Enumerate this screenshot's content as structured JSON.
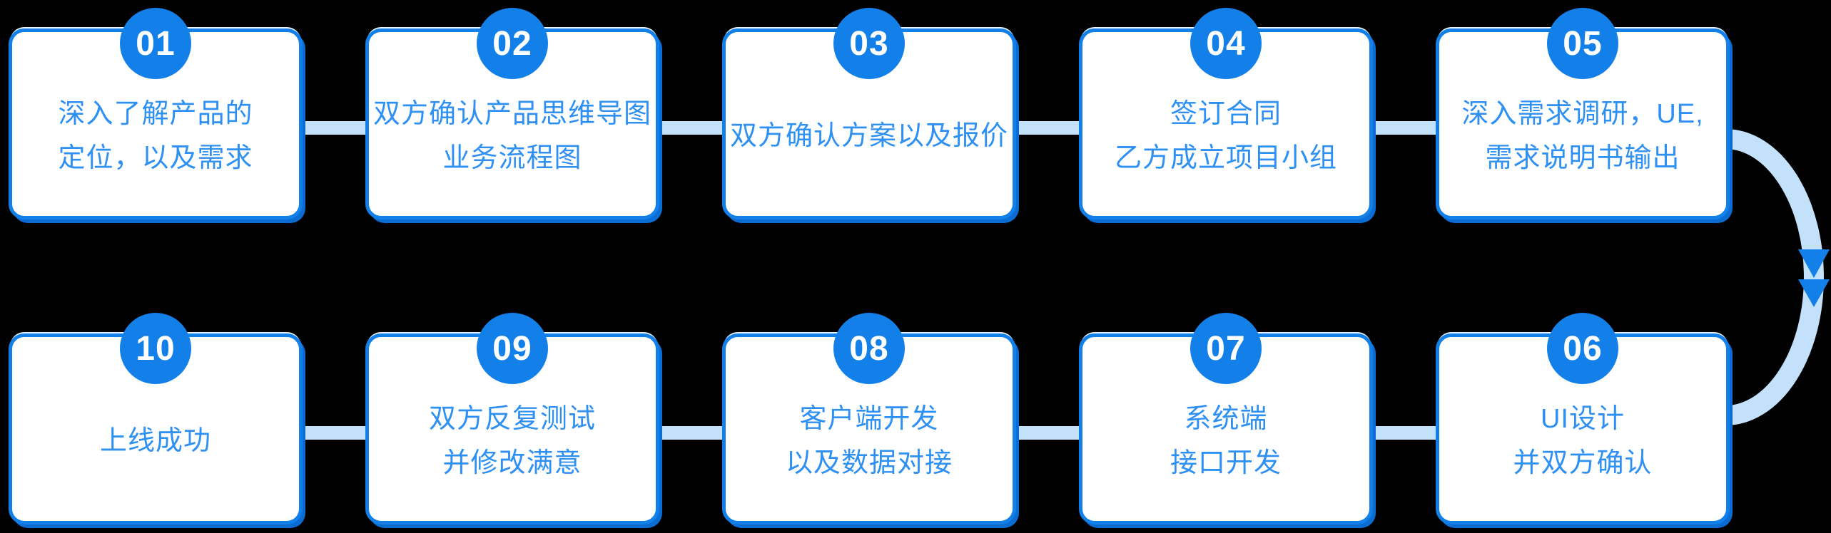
{
  "colors": {
    "primary": "#1280E8",
    "primary_dark": "#0B6CD4",
    "text_blue": "#2E90F2",
    "connector": "#C4E1FC",
    "card_bg": "#FFFFFF",
    "background": "#000000",
    "badge_text": "#FFFFFF"
  },
  "flow": {
    "rows": [
      {
        "steps": [
          {
            "number": "01",
            "lines": [
              "深入了解产品的",
              "定位，以及需求"
            ]
          },
          {
            "number": "02",
            "lines": [
              "双方确认产品思维导图",
              "业务流程图"
            ]
          },
          {
            "number": "03",
            "lines": [
              "双方确认方案以及报价"
            ]
          },
          {
            "number": "04",
            "lines": [
              "签订合同",
              "乙方成立项目小组"
            ]
          },
          {
            "number": "05",
            "lines": [
              "深入需求调研，UE,",
              "需求说明书输出"
            ]
          }
        ]
      },
      {
        "steps": [
          {
            "number": "10",
            "lines": [
              "上线成功"
            ]
          },
          {
            "number": "09",
            "lines": [
              "双方反复测试",
              "并修改满意"
            ]
          },
          {
            "number": "08",
            "lines": [
              "客户端开发",
              "以及数据对接"
            ]
          },
          {
            "number": "07",
            "lines": [
              "系统端",
              "接口开发"
            ]
          },
          {
            "number": "06",
            "lines": [
              "UI设计",
              "并双方确认"
            ]
          }
        ]
      }
    ],
    "arrow": {
      "from_step": "05",
      "to_step": "06"
    }
  }
}
